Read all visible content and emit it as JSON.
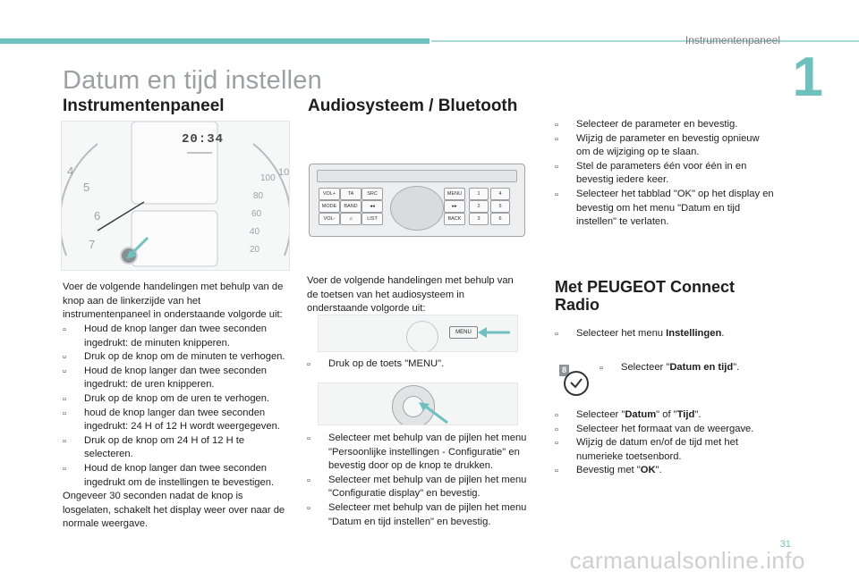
{
  "header": {
    "section_label": "Instrumentenpaneel",
    "chapter_number": "1"
  },
  "title": "Datum en tijd instellen",
  "col1": {
    "heading": "Instrumentenpaneel",
    "clock": "20:34",
    "intro": "Voer de volgende handelingen met behulp van de knop aan de linkerzijde van het instrumentenpaneel in onderstaande volgorde uit:",
    "steps": [
      "Houd de knop langer dan twee seconden ingedrukt: de minuten knipperen.",
      "Druk op de knop om de minuten te verhogen.",
      "Houd de knop langer dan twee seconden ingedrukt: de uren knipperen.",
      "Druk op de knop om de uren te verhogen.",
      "houd de knop langer dan twee seconden ingedrukt: 24 H of 12 H wordt weergegeven.",
      "Druk op de knop om 24 H of 12 H te selecteren.",
      "Houd de knop langer dan twee seconden ingedrukt om de instellingen te bevestigen."
    ],
    "outro": "Ongeveer 30 seconden nadat de knop is losgelaten, schakelt het display weer over naar de normale weergave."
  },
  "col2": {
    "heading": "Audiosysteem / Bluetooth",
    "intro": "Voer de volgende handelingen met behulp van de toetsen van het audiosysteem in onderstaande volgorde uit:",
    "step_menu": "Druk op de toets \"MENU\".",
    "steps": [
      "Selecteer met behulp van de pijlen het menu \"Persoonlijke instellingen - Configuratie\" en bevestig door op de knop te drukken.",
      "Selecteer met behulp van de pijlen het menu \"Configuratie display\" en bevestig.",
      "Selecteer met behulp van de pijlen het menu \"Datum en tijd instellen\" en bevestig."
    ],
    "radio_buttons": [
      "VOL+",
      "TA",
      "SRC",
      "MENU",
      "1",
      "4",
      "MODE",
      "BAND",
      "◂◂",
      "▸▸",
      "2",
      "5",
      "VOL-",
      "♫",
      "LIST",
      "BACK",
      "3",
      "6"
    ]
  },
  "col3": {
    "steps_top": [
      "Selecteer de parameter en bevestig.",
      "Wijzig de parameter en bevestig opnieuw om de wijziging op te slaan.",
      "Stel de parameters één voor één in en bevestig iedere keer.",
      "Selecteer het tabblad \"OK\" op het display en bevestig om het menu \"Datum en tijd instellen\" te verlaten."
    ],
    "heading_line1": "Met PEUGEOT Connect",
    "heading_line2": "Radio",
    "step_settings_pre": "Selecteer het menu ",
    "step_settings_bold": "Instellingen",
    "step_settings_post": ".",
    "badge_number": "8",
    "step_datum_pre": "Selecteer \"",
    "step_datum_bold": "Datum en tijd",
    "step_datum_post": "\".",
    "step_sel_pre": "Selecteer \"",
    "step_sel_bold1": "Datum",
    "step_sel_mid": "\" of \"",
    "step_sel_bold2": "Tijd",
    "step_sel_post": "\".",
    "steps_bottom": [
      "Selecteer het formaat van de weergave.",
      "Wijzig de datum en/of de tijd met het numerieke toetsenbord."
    ],
    "step_ok_pre": "Bevestig met \"",
    "step_ok_bold": "OK",
    "step_ok_post": "\"."
  },
  "footer": {
    "page_number": "31",
    "watermark": "carmanualsonline.info"
  },
  "colors": {
    "accent": "#6fc1c0",
    "title_gray": "#9aa0a4"
  },
  "icons": {
    "bullet": "check-box-icon",
    "clock": "clock-icon",
    "arrow": "arrow-icon"
  }
}
